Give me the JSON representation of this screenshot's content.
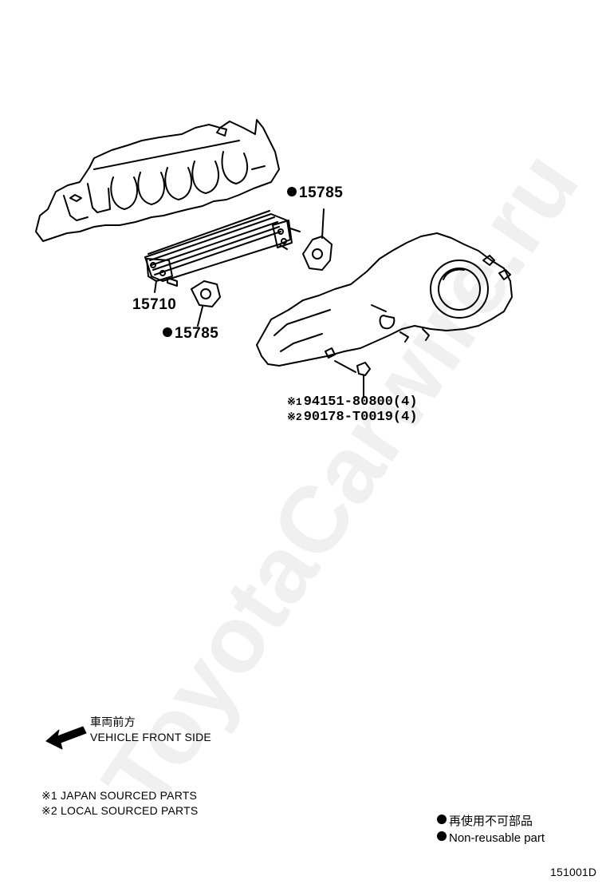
{
  "watermark": "ToyotaCarwire.ru",
  "callouts": {
    "gasket_upper": "15785",
    "oil_cooler": "15710",
    "gasket_lower": "15785",
    "fastener_1_ref": "※1",
    "fastener_1": "94151-80800(4)",
    "fastener_2_ref": "※2",
    "fastener_2": "90178-T0019(4)"
  },
  "direction": {
    "jp": "車両前方",
    "en": "VEHICLE FRONT SIDE"
  },
  "notes": {
    "japan": "※1 JAPAN SOURCED PARTS",
    "local": "※2 LOCAL SOURCED PARTS"
  },
  "legend": {
    "jp": "再使用不可部品",
    "en": "Non-reusable part"
  },
  "figure_id": "151001D"
}
